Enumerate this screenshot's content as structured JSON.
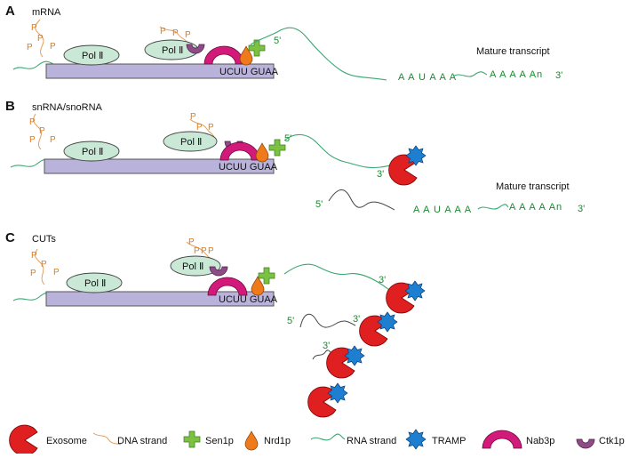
{
  "panels": [
    {
      "letter": "A",
      "title": "mRNA",
      "pol_label": "Pol Ⅱ",
      "seq": "UCUU GUAA",
      "five_prime": "5'",
      "three_prime": "3'",
      "mature_label": "Mature transcript",
      "aauaaa": "A A U A A A",
      "polya": "A A A A An"
    },
    {
      "letter": "B",
      "title": "snRNA/snoRNA",
      "pol_label": "Pol Ⅱ",
      "seq": "UCUU GUAA",
      "five_prime": "5'",
      "three_prime": "3'",
      "mature_label": "Mature transcript",
      "aauaaa": "A A U A A A",
      "polya": "A A A A An",
      "mature_5prime": "5'",
      "mature_3prime": "3'"
    },
    {
      "letter": "C",
      "title": "CUTs",
      "pol_label": "Pol Ⅱ",
      "seq": "UCUU GUAA",
      "five_prime": "5'",
      "three_prime": "3'"
    }
  ],
  "phospho_label": "P",
  "legend": [
    {
      "icon": "exosome-icon",
      "label": "Exosome"
    },
    {
      "icon": "dna-strand-icon",
      "label": "DNA strand"
    },
    {
      "icon": "sen1p-icon",
      "label": "Sen1p"
    },
    {
      "icon": "nrd1p-icon",
      "label": "Nrd1p"
    },
    {
      "icon": "rna-strand-icon",
      "label": "RNA strand"
    },
    {
      "icon": "tramp-icon",
      "label": "TRAMP"
    },
    {
      "icon": "nab3p-icon",
      "label": "Nab3p"
    },
    {
      "icon": "ctk1p-icon",
      "label": "Ctk1p"
    }
  ],
  "colors": {
    "dna_bar": "#b9b2da",
    "pol": "#c9e8d6",
    "exosome": "#e02020",
    "tramp": "#1e7fd0",
    "nab3p": "#d11a7a",
    "ctk1p": "#8e4b86",
    "sen1p": "#7cc242",
    "nrd1p": "#ee7a1c",
    "rna": "#3aa870",
    "dna": "#e0a060"
  }
}
